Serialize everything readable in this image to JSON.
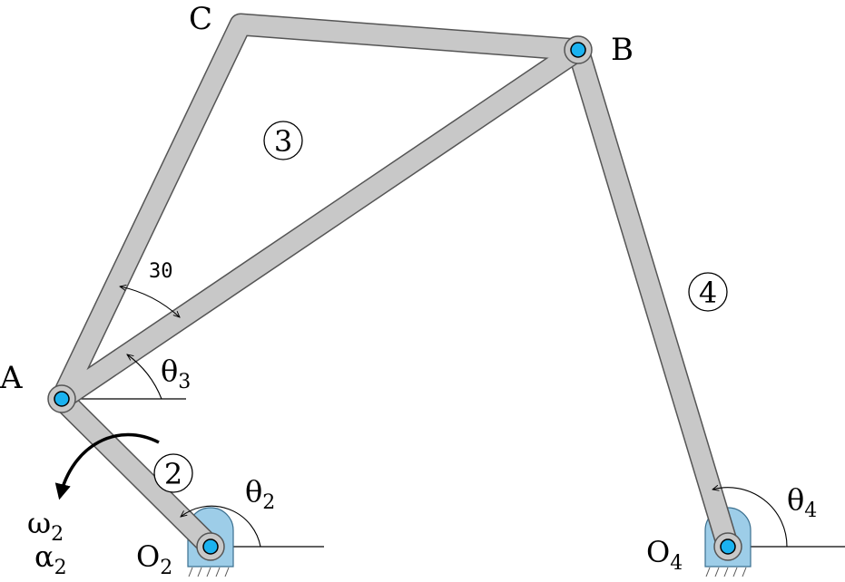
{
  "points": {
    "A": "A",
    "B": "B",
    "C": "C",
    "O2": {
      "main": "O",
      "sub": "2"
    },
    "O4": {
      "main": "O",
      "sub": "4"
    }
  },
  "links": {
    "link2": "2",
    "link3": "3",
    "link4": "4"
  },
  "angles": {
    "theta2": {
      "main": "θ",
      "sub": "2"
    },
    "theta3": {
      "main": "θ",
      "sub": "3"
    },
    "theta4": {
      "main": "θ",
      "sub": "4"
    },
    "inner_angle": "30"
  },
  "inputs": {
    "omega2": {
      "main": "ω",
      "sub": "2"
    },
    "alpha2": {
      "main": "α",
      "sub": "2"
    }
  },
  "colors": {
    "link_fill": "#c8c8c8",
    "link_stroke": "#555555",
    "pin": "#1ab2f0",
    "ground": "#9dcde8"
  }
}
